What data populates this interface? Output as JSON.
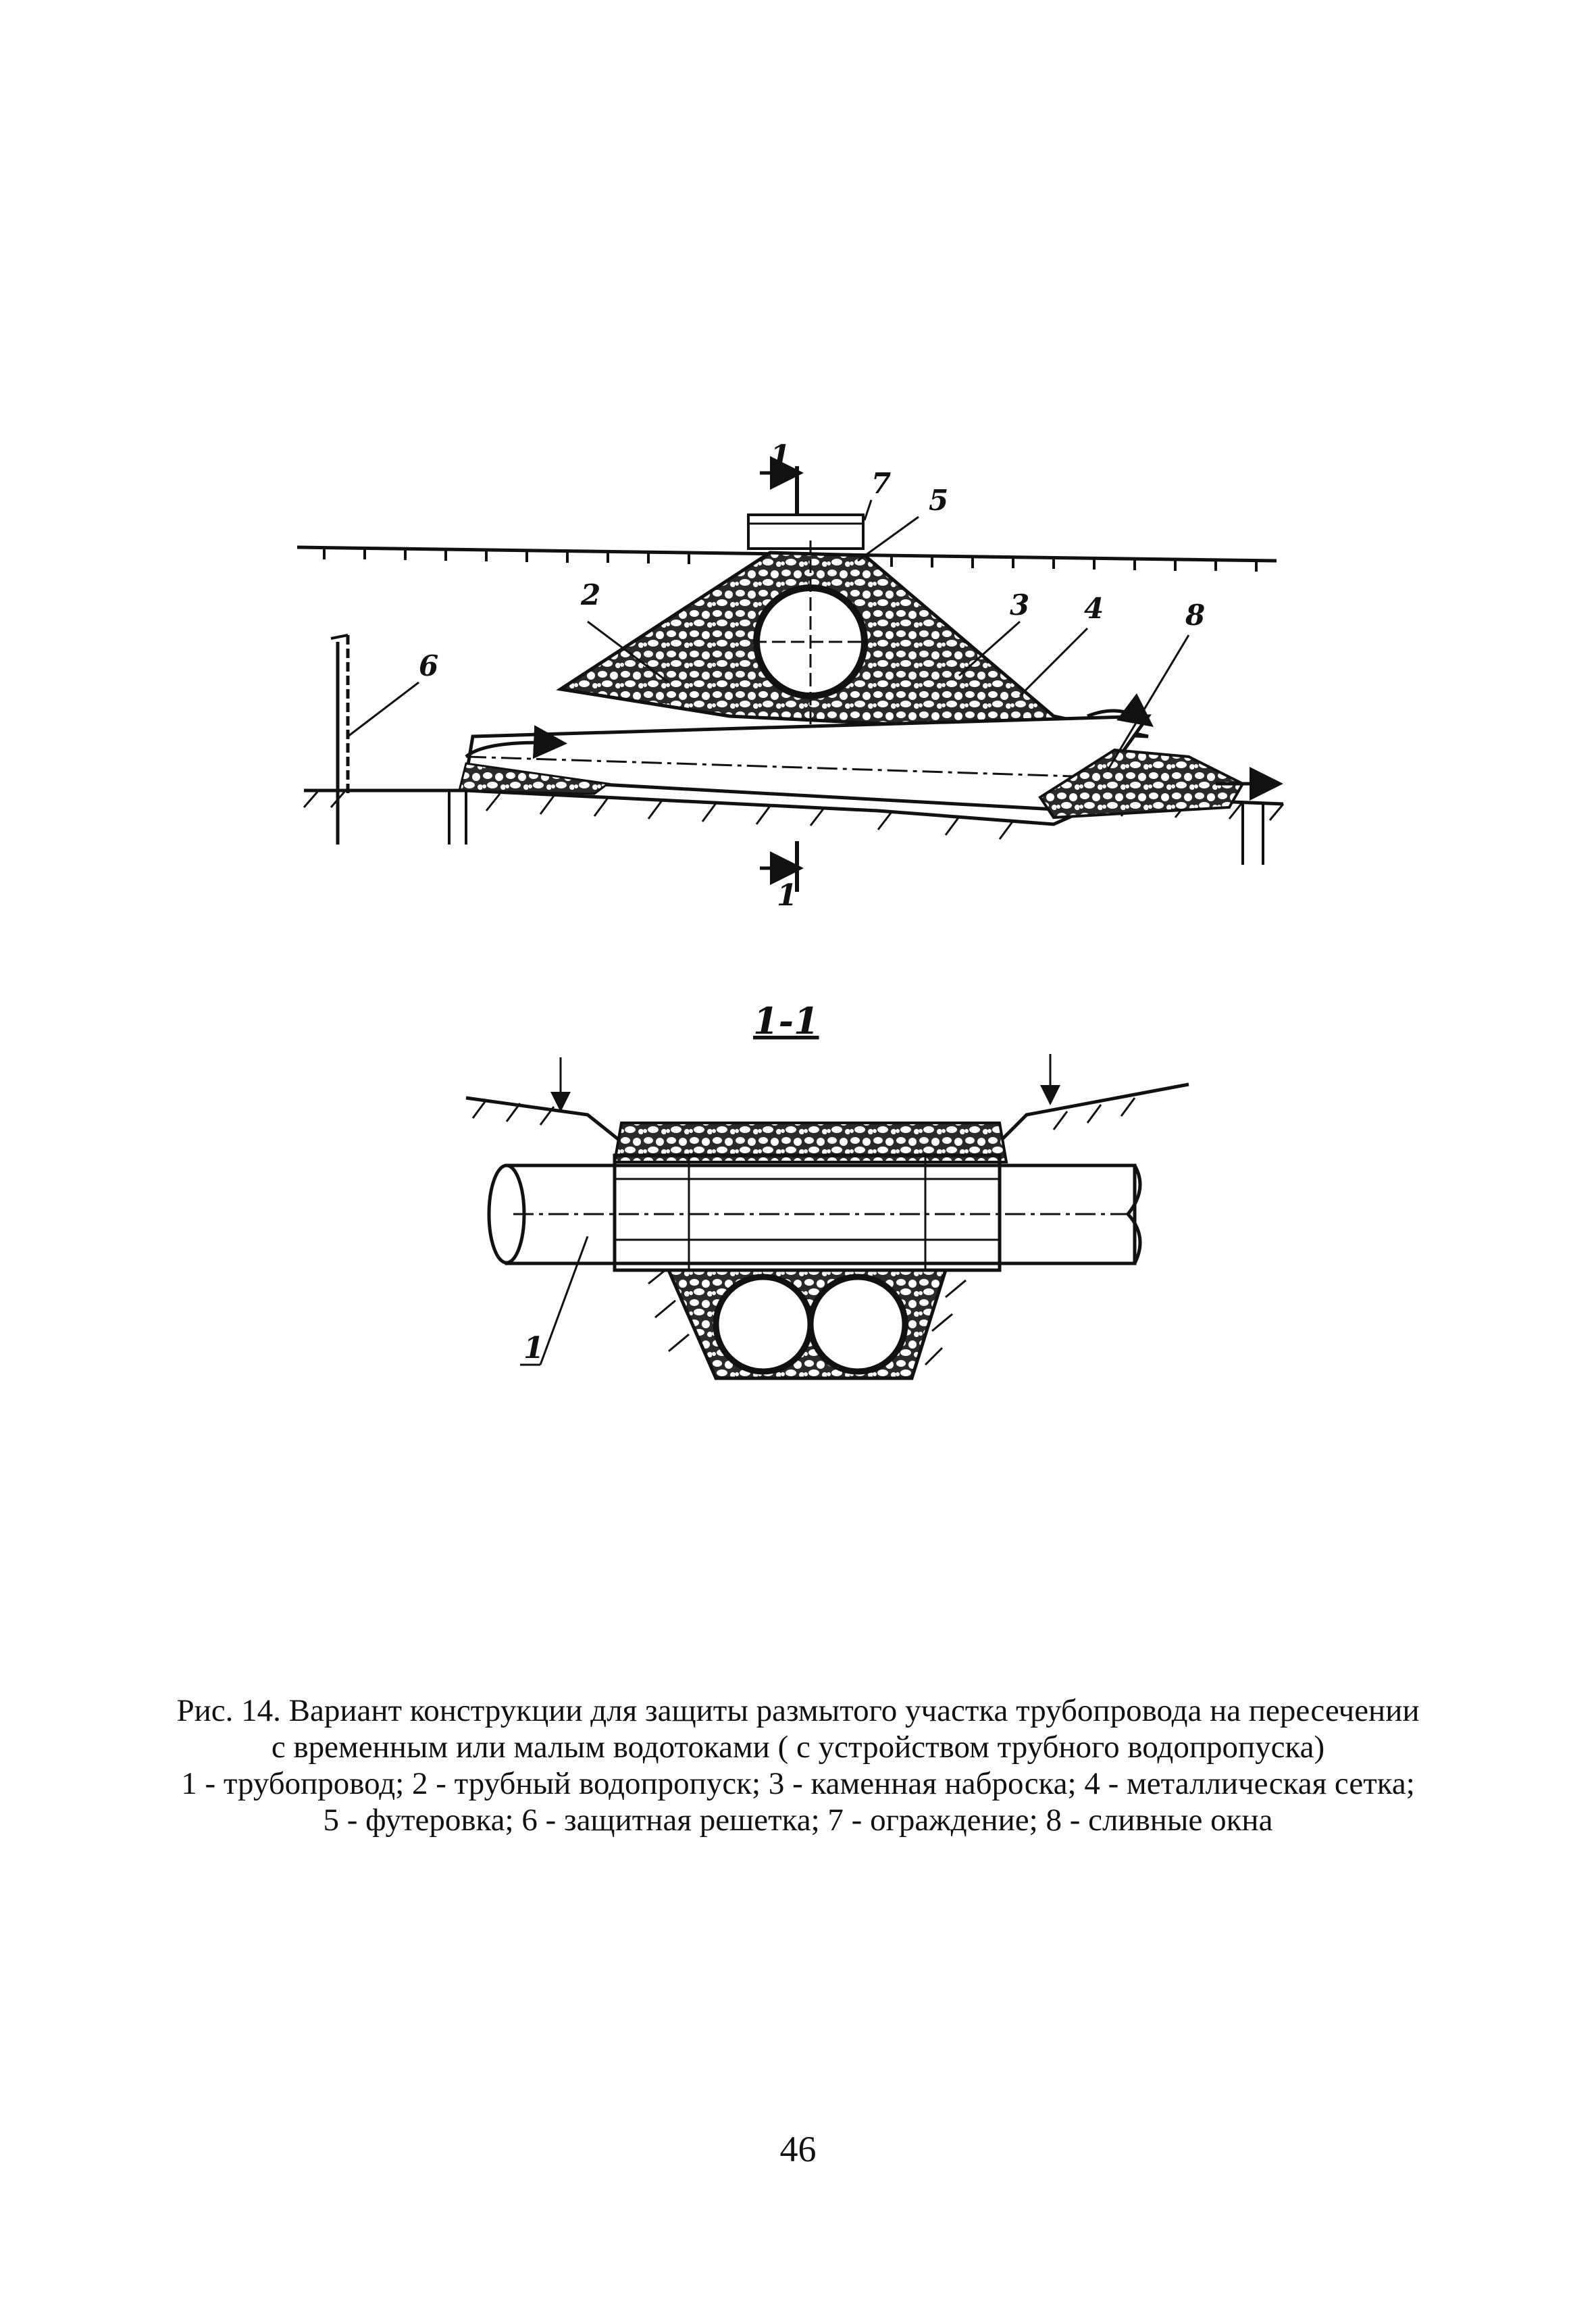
{
  "figure": {
    "labels": {
      "l1": "1",
      "l2": "2",
      "l3": "3",
      "l4": "4",
      "l5": "5",
      "l6": "6",
      "l7": "7",
      "l8": "8",
      "section_top": "1",
      "section_bottom": "1",
      "section_title": "1-1"
    }
  },
  "caption": {
    "line1": "Рис. 14. Вариант конструкции для защиты размытого участка трубопровода на пересечении",
    "line2": "с временным или малым водотоками ( с устройством трубного водопропуска)",
    "line3": "1 - трубопровод; 2 - трубный водопропуск; 3 - каменная наброска; 4 - металлическая сетка;",
    "line4": "5 - футеровка; 6 - защитная решетка; 7 - ограждение; 8 - сливные окна"
  },
  "page_number": "46"
}
